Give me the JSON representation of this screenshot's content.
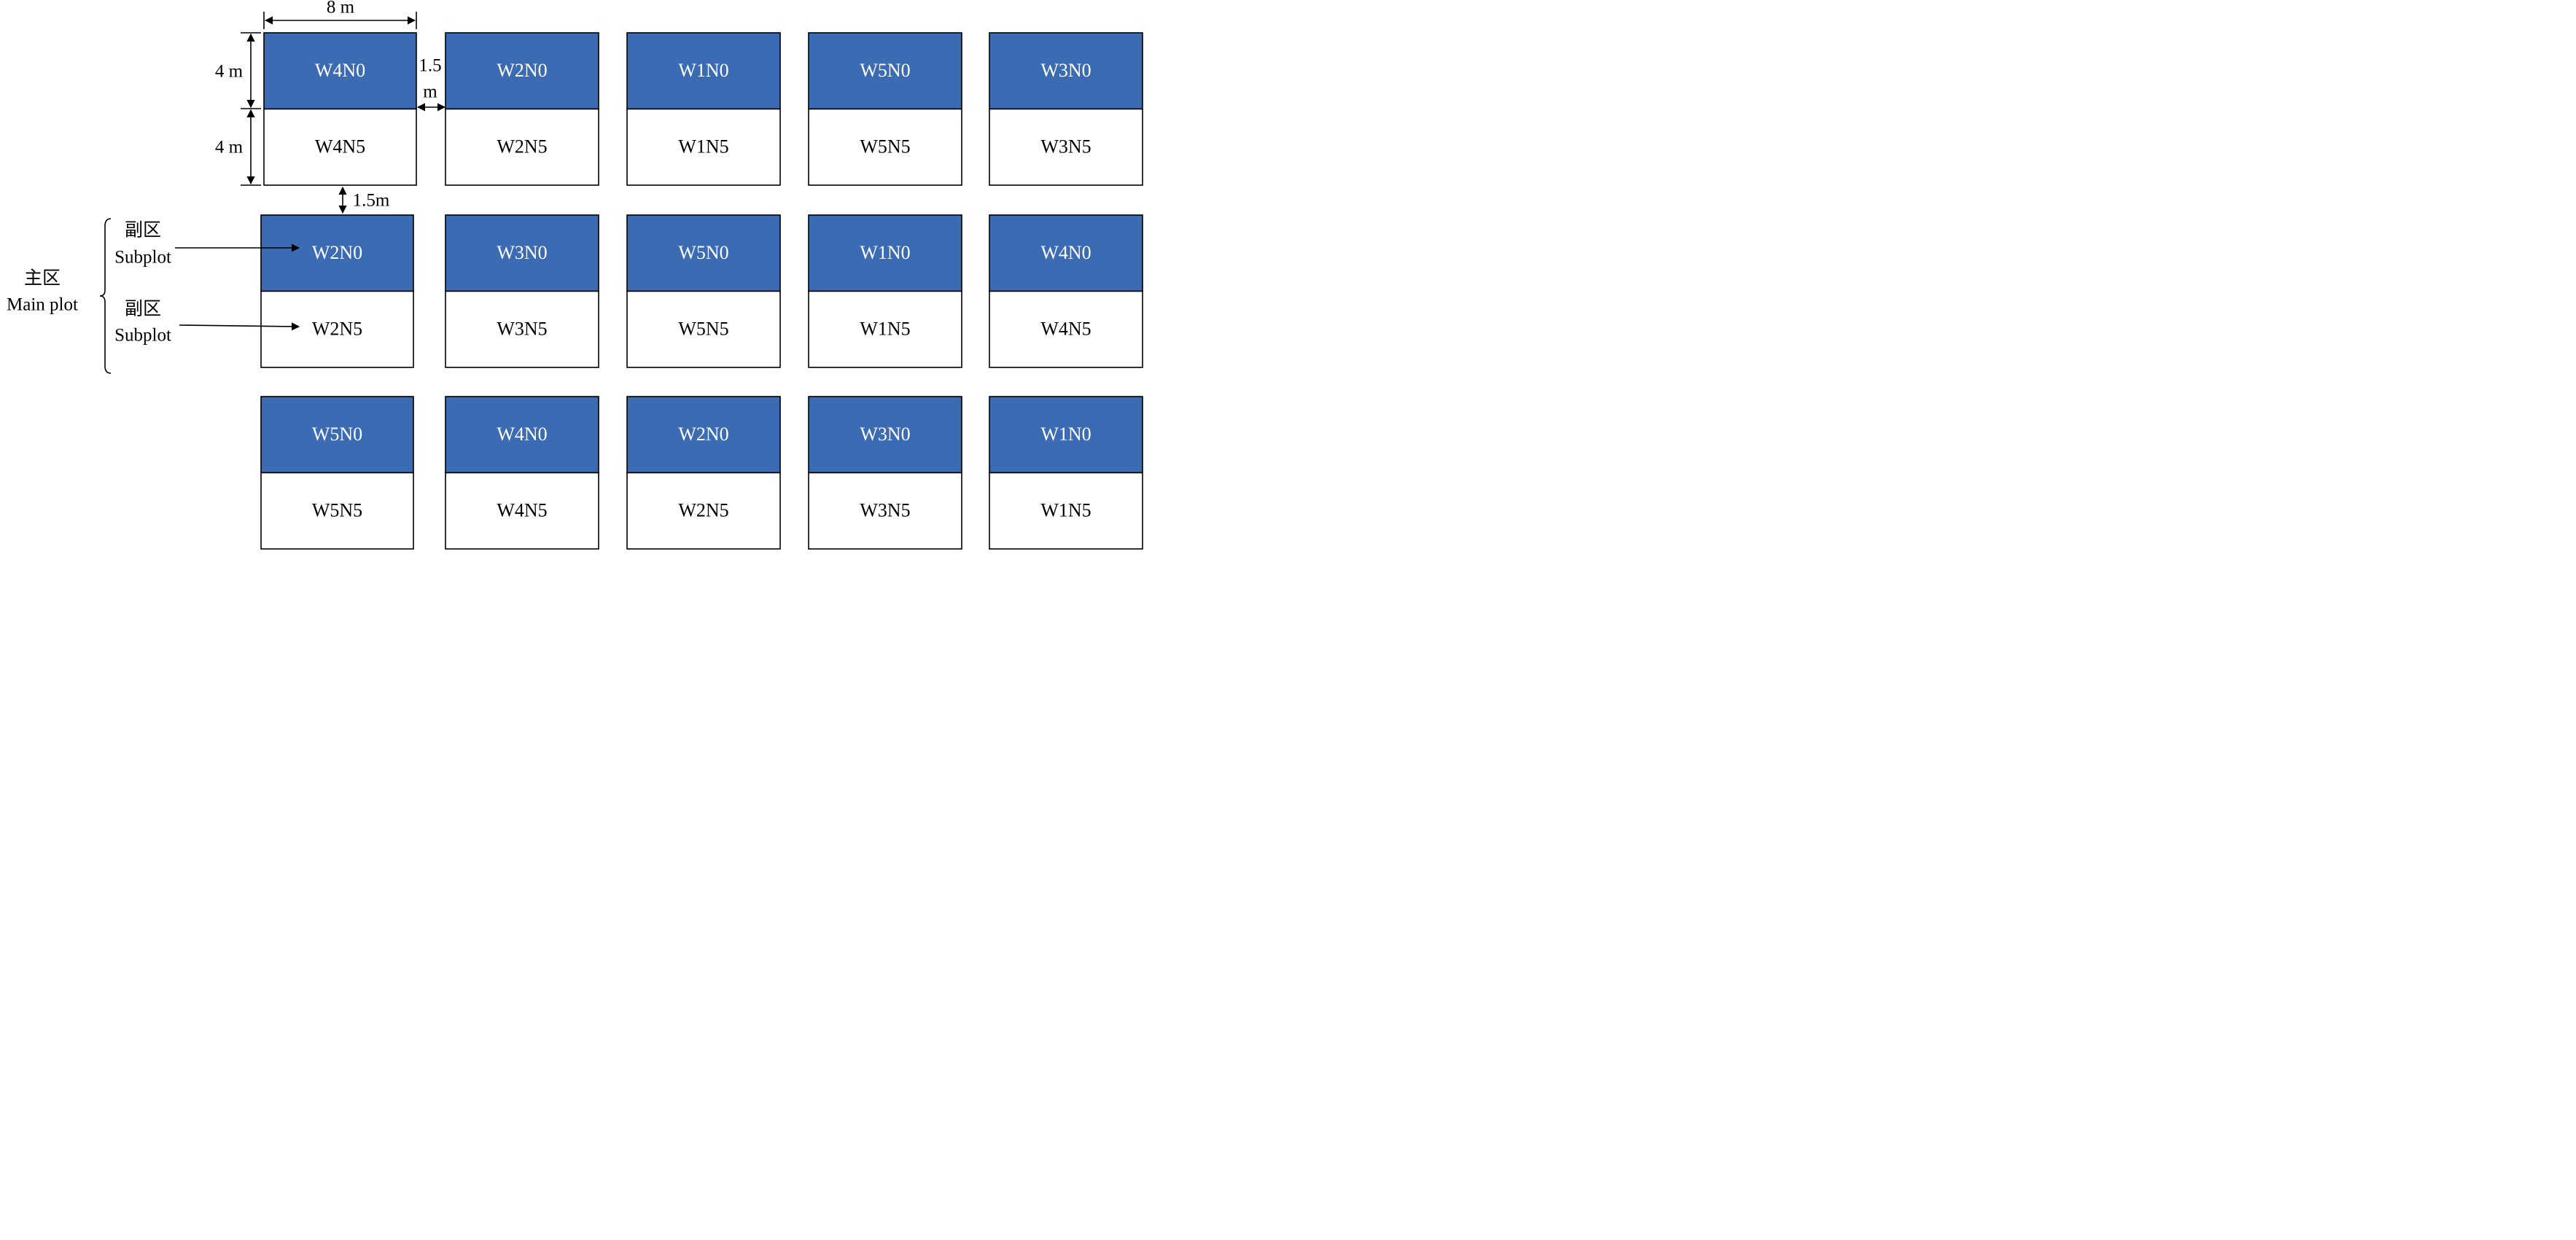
{
  "grid": {
    "rows": [
      [
        "W4",
        "W2",
        "W1",
        "W5",
        "W3"
      ],
      [
        "W2",
        "W3",
        "W5",
        "W1",
        "W4"
      ],
      [
        "W5",
        "W4",
        "W2",
        "W3",
        "W1"
      ]
    ],
    "top_suffix": "N0",
    "bottom_suffix": "N5",
    "top_color": "#3b6bb3",
    "bottom_color": "#ffffff"
  },
  "dimensions": {
    "plot_width": "8 m",
    "subplot_height_top": "4 m",
    "subplot_height_bottom": "4 m",
    "horizontal_gap_line1": "1.5",
    "horizontal_gap_line2": "m",
    "vertical_gap": "1.5m"
  },
  "legend": {
    "main_cn": "主区",
    "main_en": "Main plot",
    "subplot_top_cn": "副区",
    "subplot_top_en": "Subplot",
    "subplot_bottom_cn": "副区",
    "subplot_bottom_en": "Subplot"
  }
}
